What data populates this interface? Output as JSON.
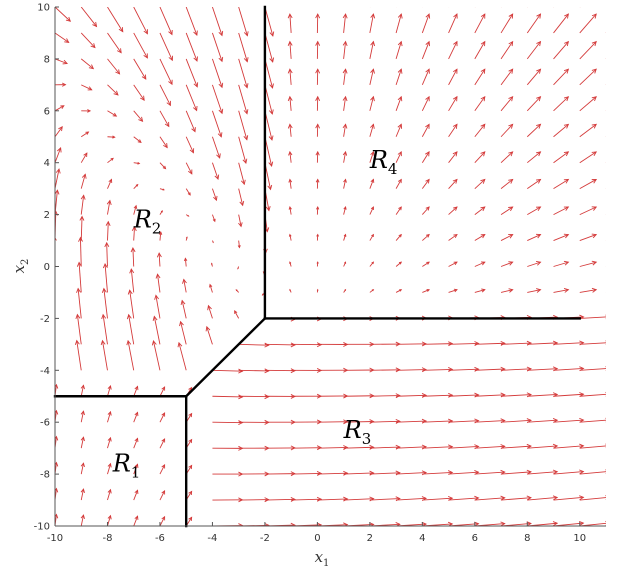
{
  "chart_data": {
    "type": "quiver",
    "xlabel": "x",
    "xlabel_sub": "1",
    "ylabel": "x",
    "ylabel_sub": "2",
    "xlim": [
      -10,
      11
    ],
    "ylim": [
      -10,
      10
    ],
    "xticks": [
      "-10",
      "-8",
      "-6",
      "-4",
      "-2",
      "0",
      "2",
      "4",
      "6",
      "8",
      "10"
    ],
    "yticks": [
      "-10",
      "-8",
      "-6",
      "-4",
      "-2",
      "0",
      "2",
      "4",
      "6",
      "8",
      "10"
    ],
    "grid": false,
    "arrow_color": "#d43a3a",
    "boundary_color": "#000000",
    "boundaries": [
      {
        "name": "vertical-upper",
        "x": [
          -2,
          -2
        ],
        "y": [
          10,
          -2
        ]
      },
      {
        "name": "horizontal-right",
        "x": [
          -2,
          10
        ],
        "y": [
          -2,
          -2
        ]
      },
      {
        "name": "diagonal",
        "x": [
          -2,
          -5
        ],
        "y": [
          -2,
          -5
        ]
      },
      {
        "name": "horizontal-left",
        "x": [
          -5,
          -10
        ],
        "y": [
          -5,
          -5
        ]
      },
      {
        "name": "vertical-lower",
        "x": [
          -5,
          -5
        ],
        "y": [
          -5,
          -10
        ]
      }
    ],
    "regions": [
      {
        "script": "R",
        "sub": "1",
        "x": -7.8,
        "y": -7.9
      },
      {
        "script": "R",
        "sub": "2",
        "x": -7.0,
        "y": 1.5
      },
      {
        "script": "R",
        "sub": "3",
        "x": 1.0,
        "y": -6.6
      },
      {
        "script": "R",
        "sub": "4",
        "x": 2.0,
        "y": 3.8
      }
    ],
    "field": {
      "grid_step_x": 1,
      "grid_step_y": 1,
      "x_range": [
        -10,
        11
      ],
      "y_range": [
        -10,
        10
      ]
    }
  }
}
